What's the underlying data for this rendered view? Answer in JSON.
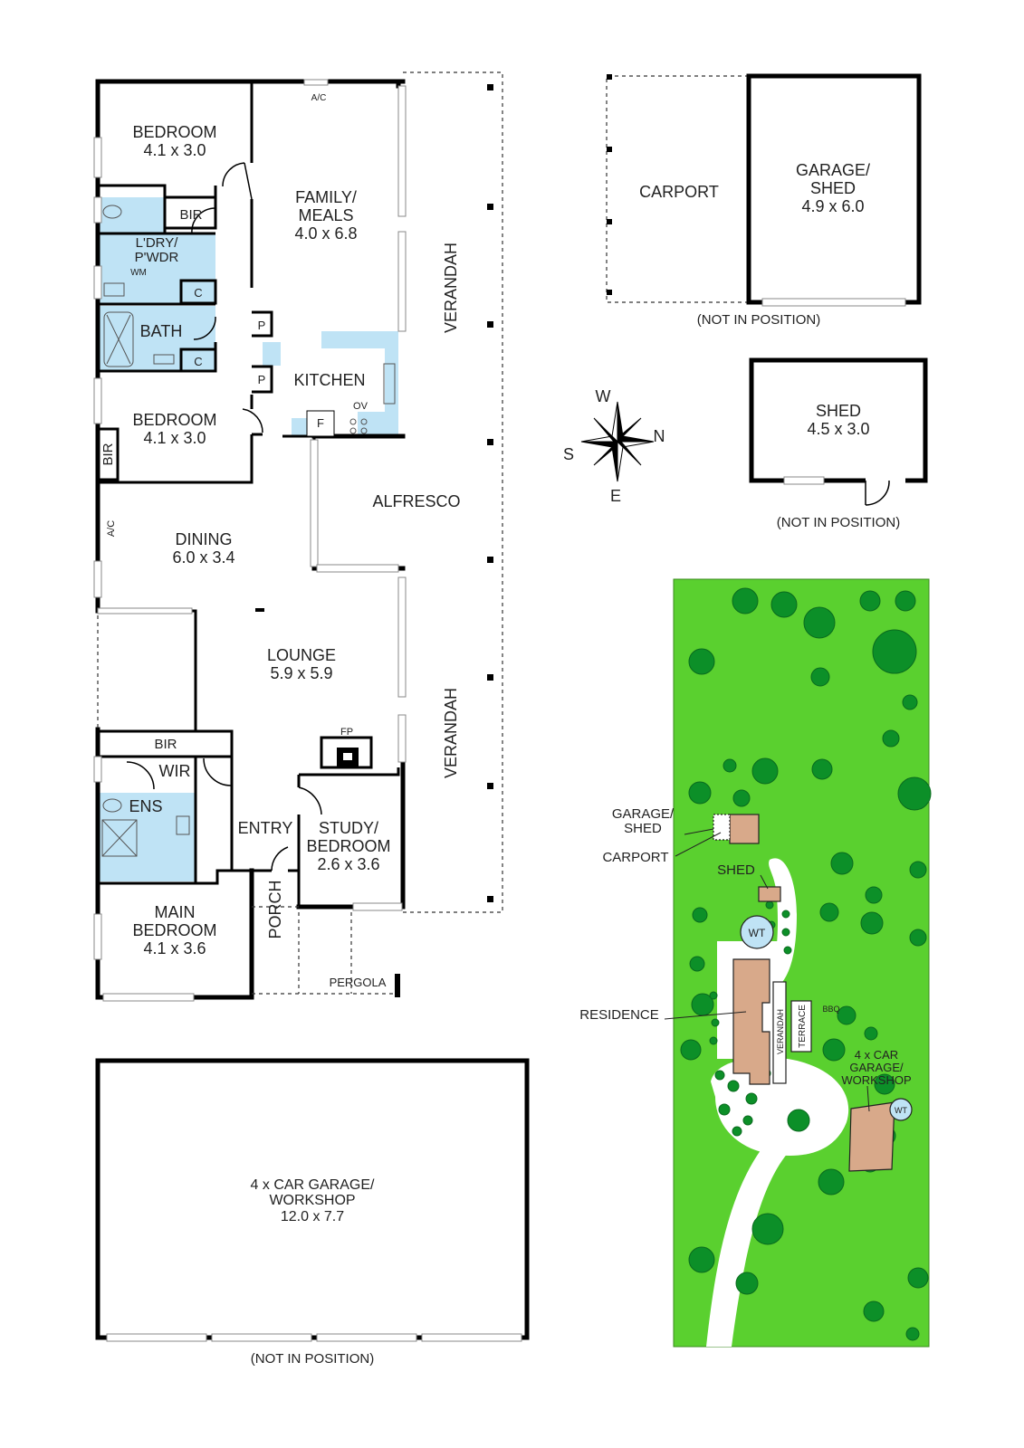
{
  "rooms": {
    "bedroom1": {
      "name": "BEDROOM",
      "dims": "4.1 x 3.0"
    },
    "family": {
      "name1": "FAMILY/",
      "name2": "MEALS",
      "dims": "4.0 x 6.8"
    },
    "bir1": "BIR",
    "laundry": {
      "name1": "L'DRY/",
      "name2": "P'WDR",
      "wm": "WM"
    },
    "cupboard": "C",
    "bath": "BATH",
    "pantry": "P",
    "kitchen": "KITCHEN",
    "fridge": "F",
    "oven": "OV",
    "bedroom2": {
      "name": "BEDROOM",
      "dims": "4.1 x 3.0"
    },
    "bir2": "BIR",
    "ac": "A/C",
    "alfresco": "ALFRESCO",
    "dining": {
      "name": "DINING",
      "dims": "6.0 x 3.4"
    },
    "lounge": {
      "name": "LOUNGE",
      "dims": "5.9 x 5.9"
    },
    "verandah": "VERANDAH",
    "bir3": "BIR",
    "wir": "WIR",
    "fp": "FP",
    "ens": "ENS",
    "entry": "ENTRY",
    "study": {
      "name1": "STUDY/",
      "name2": "BEDROOM",
      "dims": "2.6 x 3.6"
    },
    "porch": "PORCH",
    "main_bedroom": {
      "name1": "MAIN",
      "name2": "BEDROOM",
      "dims": "4.1 x 3.6"
    },
    "pergola": "PERGOLA"
  },
  "garage": {
    "name1": "4 x CAR GARAGE/",
    "name2": "WORKSHOP",
    "dims": "12.0 x 7.7",
    "note": "(NOT IN POSITION)"
  },
  "outbuildings": {
    "carport": "CARPORT",
    "garage_shed": {
      "name1": "GARAGE/",
      "name2": "SHED",
      "dims": "4.9 x 6.0"
    },
    "note1": "(NOT IN POSITION)",
    "shed": {
      "name": "SHED",
      "dims": "4.5 x 3.0"
    },
    "note2": "(NOT IN POSITION)"
  },
  "compass": {
    "w": "W",
    "n": "N",
    "s": "S",
    "e": "E"
  },
  "site": {
    "garage_shed1": "GARAGE/",
    "garage_shed2": "SHED",
    "carport": "CARPORT",
    "shed": "SHED",
    "wt": "WT",
    "residence": "RESIDENCE",
    "verandah": "VERANDAH",
    "terrace": "TERRACE",
    "bbq": "BBQ",
    "garage1": "4 x CAR",
    "garage2": "GARAGE/",
    "garage3": "WORKSHOP",
    "wt2": "WT"
  },
  "colors": {
    "wet_area": "#bfe3f5",
    "grass": "#5ad02f",
    "tree": "#0c8f28",
    "building": "#d8a98a",
    "wall": "#000000"
  }
}
